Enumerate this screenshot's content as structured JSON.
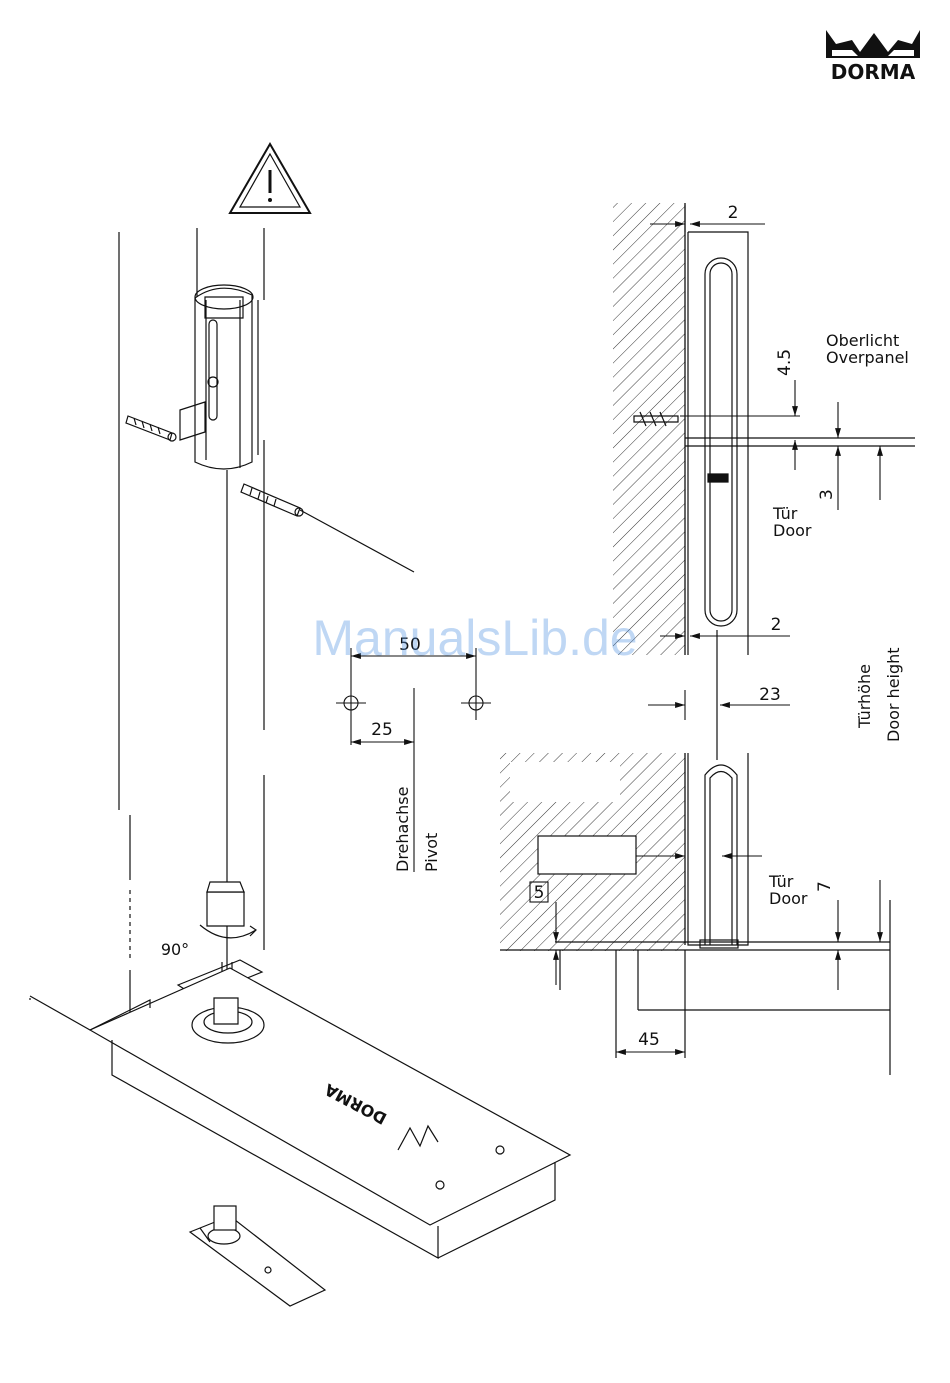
{
  "brand": {
    "logo_text": "DORMA",
    "plate_logo_text": "DORMA"
  },
  "watermark": "ManualsLib.de",
  "warning_icon": "warning-triangle-icon",
  "labels": {
    "overpanel_de": "Oberlicht",
    "overpanel_en": "Overpanel",
    "door_upper_de": "Tür",
    "door_upper_en": "Door",
    "door_lower_de": "Tür",
    "door_lower_en": "Door",
    "door_height_de": "Türhöhe",
    "door_height_en": "Door height",
    "pivot_de": "Drehachse",
    "pivot_en": "Pivot",
    "rotation": "90°"
  },
  "dimensions": {
    "gap_top": "2",
    "overpanel_offset": "4.5",
    "gap_3": "3",
    "gap_bottom": "2",
    "pivot_23": "23",
    "pivot_distance": "50",
    "pivot_offset": "25",
    "floor_7": "7",
    "floor_5": "5",
    "setback_45": "45"
  }
}
